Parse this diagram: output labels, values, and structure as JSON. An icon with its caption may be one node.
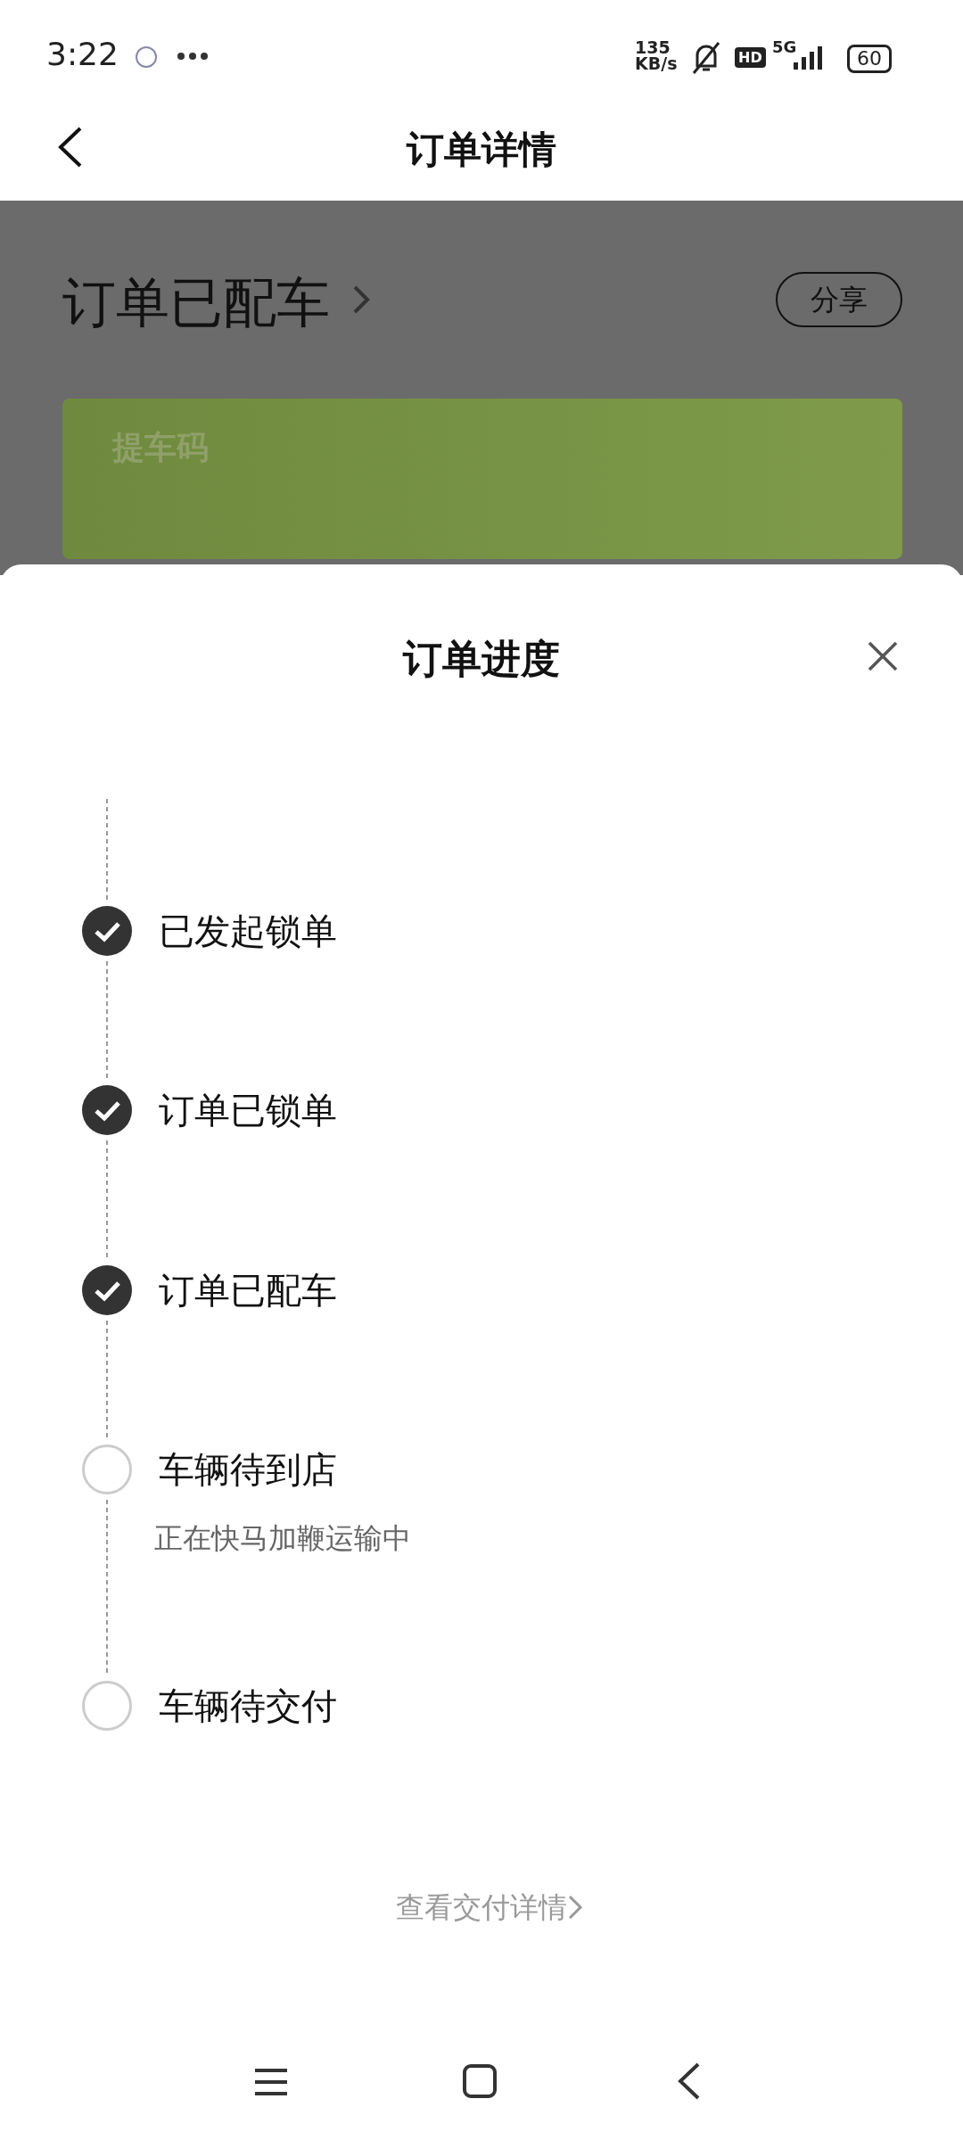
{
  "diagram": {
    "title": "订单进度",
    "nodes": [
      {
        "text": [
          "已发起锁单"
        ]
      },
      {
        "text": [
          "订单已锁单"
        ]
      },
      {
        "text": [
          "订单已配车"
        ]
      },
      {
        "text": [
          "车辆待到店"
        ],
        "beside": [
          "正在快马加鞭运输中"
        ]
      },
      {
        "text": [
          "车辆待交付"
        ]
      }
    ],
    "edges": [
      {
        "from": null,
        "to": 0,
        "arrow": "none",
        "style": "dashed"
      },
      {
        "from": 0,
        "to": 1,
        "arrow": "none",
        "style": "dashed"
      },
      {
        "from": 1,
        "to": 2,
        "arrow": "none",
        "style": "dashed"
      },
      {
        "from": 2,
        "to": 3,
        "arrow": "none",
        "style": "dashed"
      },
      {
        "from": 3,
        "to": 4,
        "arrow": "none",
        "style": "dashed"
      }
    ],
    "labels": [
      "3:22",
      "135 KB/s",
      "HD",
      "5G",
      "60",
      "订单详情",
      "订单已配车",
      "分享",
      "提车码",
      "查看交付详情"
    ]
  }
}
